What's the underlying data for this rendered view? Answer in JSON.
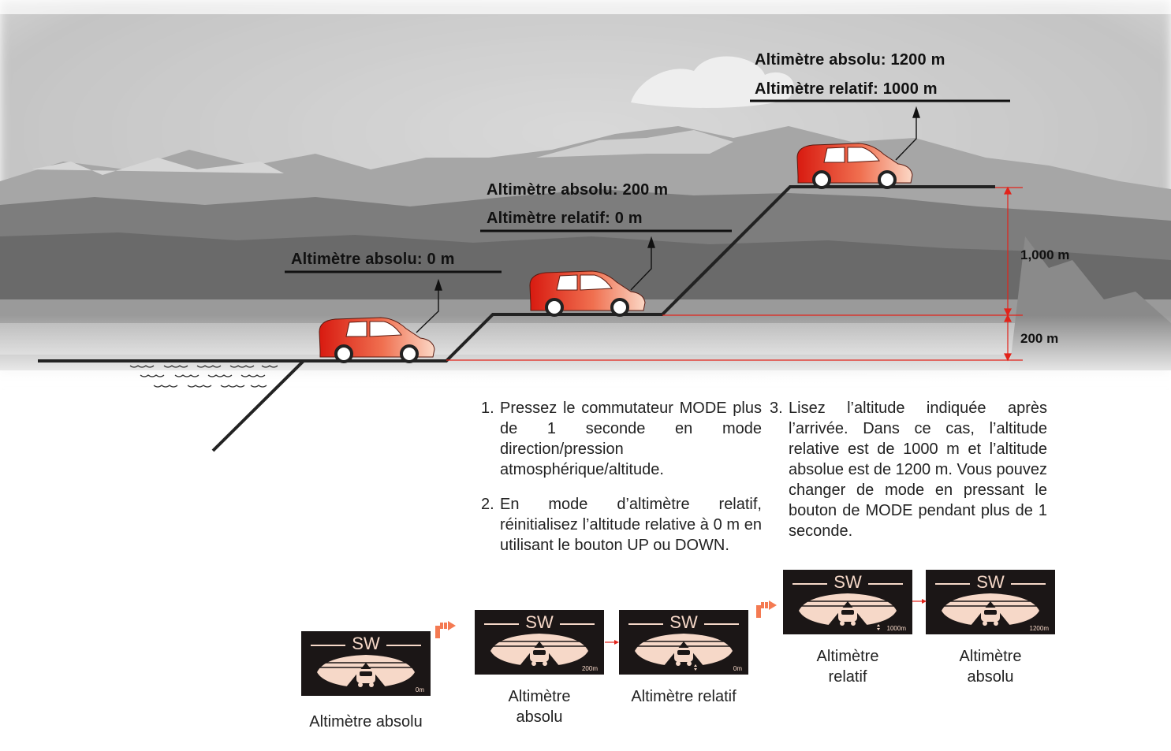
{
  "labels": {
    "stage1": "Altimètre absolu: 0 m",
    "stage2_abs": "Altimètre absolu: 200 m",
    "stage2_rel": "Altimètre relatif: 0 m",
    "stage3_abs": "Altimètre absolu: 1200 m",
    "stage3_rel": "Altimètre relatif: 1000 m"
  },
  "dimensions": {
    "upper": "1,000 m",
    "lower": "200 m"
  },
  "steps": [
    {
      "num": "1.",
      "text": "Pressez le commutateur MODE plus de 1 seconde en mode direction/pression atmosphérique/altitude."
    },
    {
      "num": "2.",
      "text": "En mode d’altimètre relatif, réinitialisez l’altitude relative à 0 m en utilisant le bouton UP ou DOWN."
    },
    {
      "num": "3.",
      "text": "Lisez l’altitude indiquée après l’arrivée. Dans ce cas, l’altitude relative est de 1000 m et l’altitude absolue est de 1200 m. Vous pouvez changer de mode en pressant le bouton de MODE pendant plus de 1 seconde."
    }
  ],
  "displays": {
    "compass": "SW",
    "d1": {
      "value": "0m",
      "caption": "Altimètre absolu"
    },
    "d2": {
      "value": "200m",
      "caption": "Altimètre absolu"
    },
    "d3": {
      "value": "0m",
      "caption": "Altimètre relatif"
    },
    "d4": {
      "value": "1000m",
      "caption": "Altimètre relatif"
    },
    "d5": {
      "value": "1200m",
      "caption": "Altimètre absolu"
    }
  },
  "colors": {
    "accent_red": "#e2231a",
    "arrow_orange": "#f47a52",
    "display_bg": "#1b1616",
    "display_fg": "#f6d8c8"
  }
}
